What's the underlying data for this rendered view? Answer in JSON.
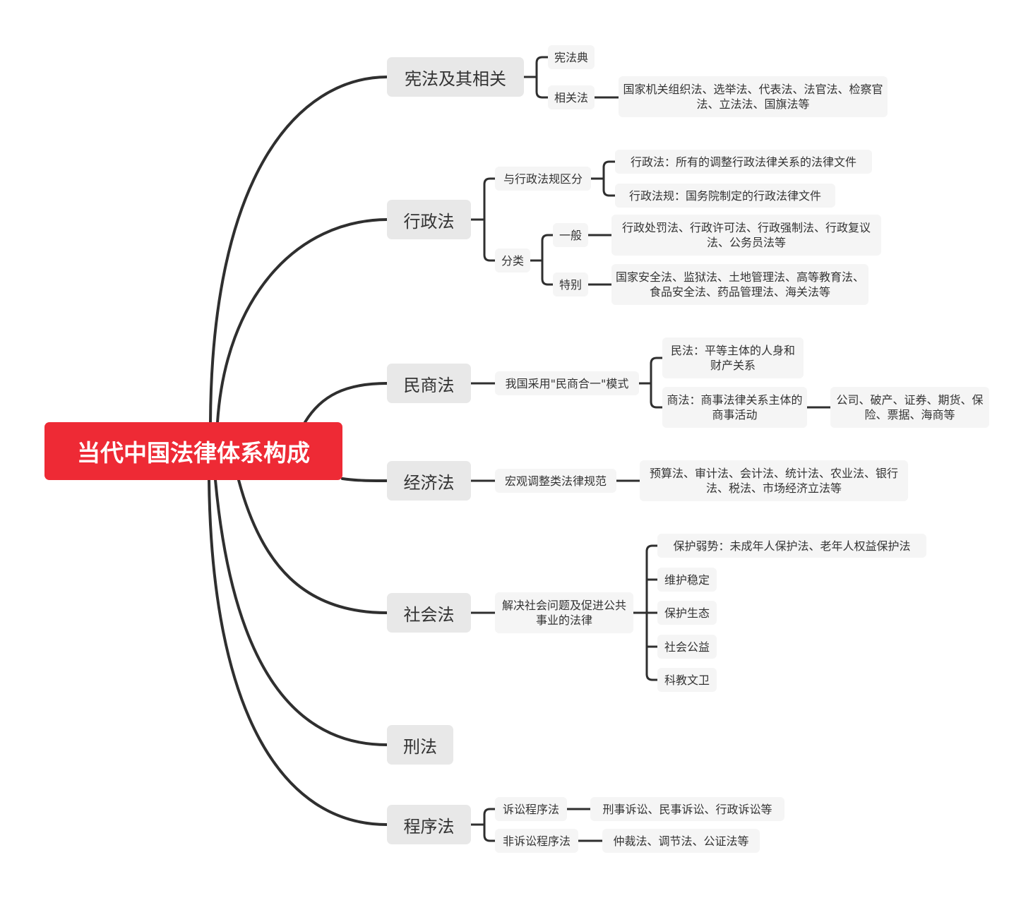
{
  "root": {
    "label": "当代中国法律体系构成"
  },
  "branches": [
    {
      "label": "宪法及其相关",
      "children": [
        {
          "label": "宪法典"
        },
        {
          "label": "相关法",
          "children": [
            {
              "label": "国家机关组织法、选举法、代表法、法官法、检察官法、立法法、国旗法等"
            }
          ]
        }
      ]
    },
    {
      "label": "行政法",
      "children": [
        {
          "label": "与行政法规区分",
          "children": [
            {
              "label": "行政法：所有的调整行政法律关系的法律文件"
            },
            {
              "label": "行政法规：国务院制定的行政法律文件"
            }
          ]
        },
        {
          "label": "分类",
          "children": [
            {
              "label": "一般",
              "children": [
                {
                  "label": "行政处罚法、行政许可法、行政强制法、行政复议法、公务员法等"
                }
              ]
            },
            {
              "label": "特别",
              "children": [
                {
                  "label": "国家安全法、监狱法、土地管理法、高等教育法、食品安全法、药品管理法、海关法等"
                }
              ]
            }
          ]
        }
      ]
    },
    {
      "label": "民商法",
      "children": [
        {
          "label": "我国采用\"民商合一\"模式",
          "children": [
            {
              "label": "民法：平等主体的人身和财产关系"
            },
            {
              "label": "商法：商事法律关系主体的商事活动",
              "children": [
                {
                  "label": "公司、破产、证券、期货、保险、票据、海商等"
                }
              ]
            }
          ]
        }
      ]
    },
    {
      "label": "经济法",
      "children": [
        {
          "label": "宏观调整类法律规范",
          "children": [
            {
              "label": "预算法、审计法、会计法、统计法、农业法、银行法、税法、市场经济立法等"
            }
          ]
        }
      ]
    },
    {
      "label": "社会法",
      "children": [
        {
          "label": "解决社会问题及促进公共事业的法律",
          "children": [
            {
              "label": "保护弱势：未成年人保护法、老年人权益保护法"
            },
            {
              "label": "维护稳定"
            },
            {
              "label": "保护生态"
            },
            {
              "label": "社会公益"
            },
            {
              "label": "科教文卫"
            }
          ]
        }
      ]
    },
    {
      "label": "刑法"
    },
    {
      "label": "程序法",
      "children": [
        {
          "label": "诉讼程序法",
          "children": [
            {
              "label": "刑事诉讼、民事诉讼、行政诉讼等"
            }
          ]
        },
        {
          "label": "非诉讼程序法",
          "children": [
            {
              "label": "仲裁法、调节法、公证法等"
            }
          ]
        }
      ]
    }
  ]
}
